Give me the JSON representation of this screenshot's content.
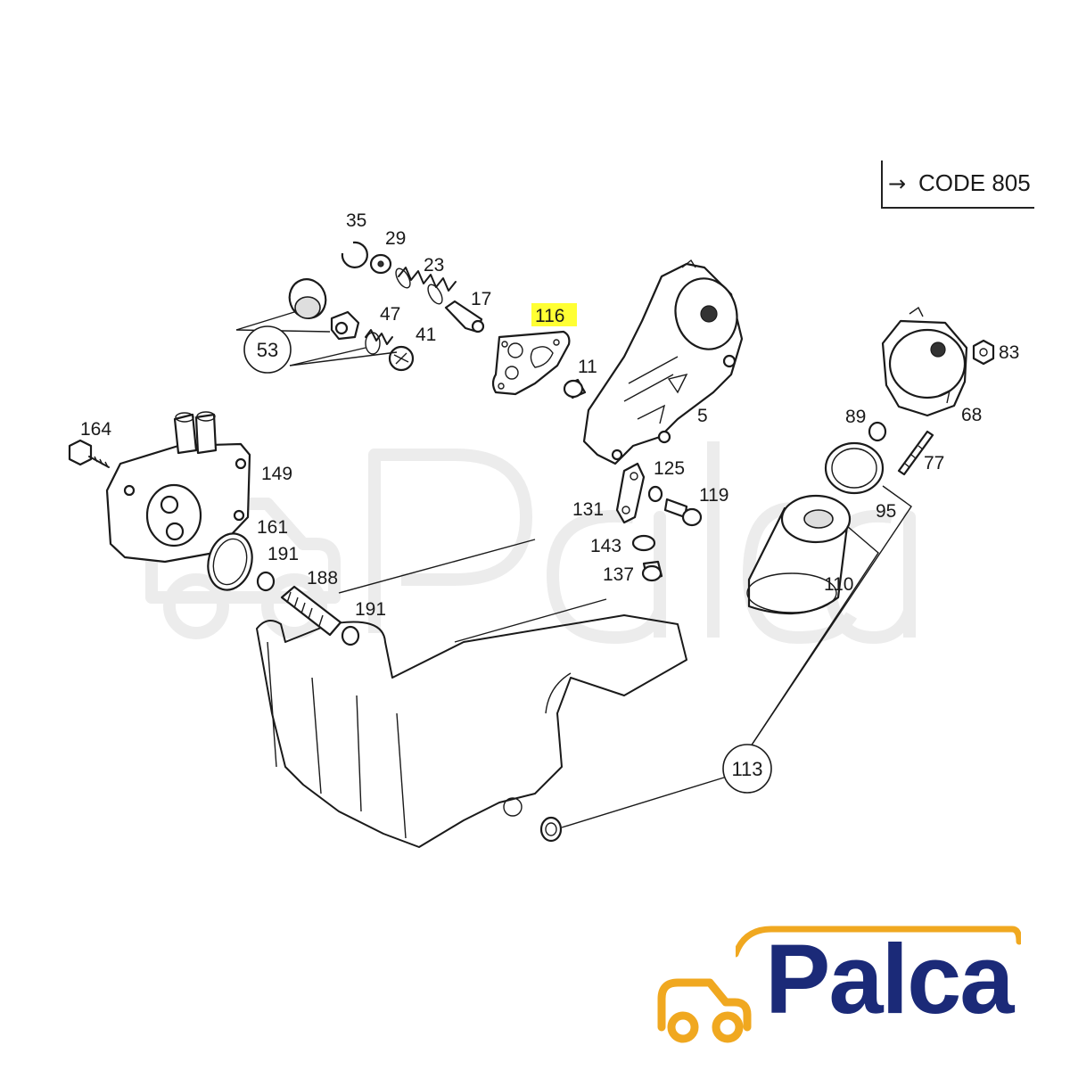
{
  "code_ref": {
    "arrow": "→",
    "text": "CODE 805"
  },
  "brand": {
    "name": "Palca",
    "color": "#1b2a78",
    "accent": "#f0a820"
  },
  "highlight_color": "#ffff33",
  "callouts": {
    "p35": "35",
    "p29": "29",
    "p23": "23",
    "p17": "17",
    "p53": "53",
    "p47": "47",
    "p41": "41",
    "p116": "116",
    "p11": "11",
    "p5": "5",
    "p83": "83",
    "p68": "68",
    "p89": "89",
    "p77": "77",
    "p95": "95",
    "p164": "164",
    "p149": "149",
    "p161": "161",
    "p191a": "191",
    "p188": "188",
    "p191b": "191",
    "p125": "125",
    "p119": "119",
    "p131": "131",
    "p143": "143",
    "p137": "137",
    "p110": "110",
    "p113": "113"
  },
  "highlighted_part": "116"
}
